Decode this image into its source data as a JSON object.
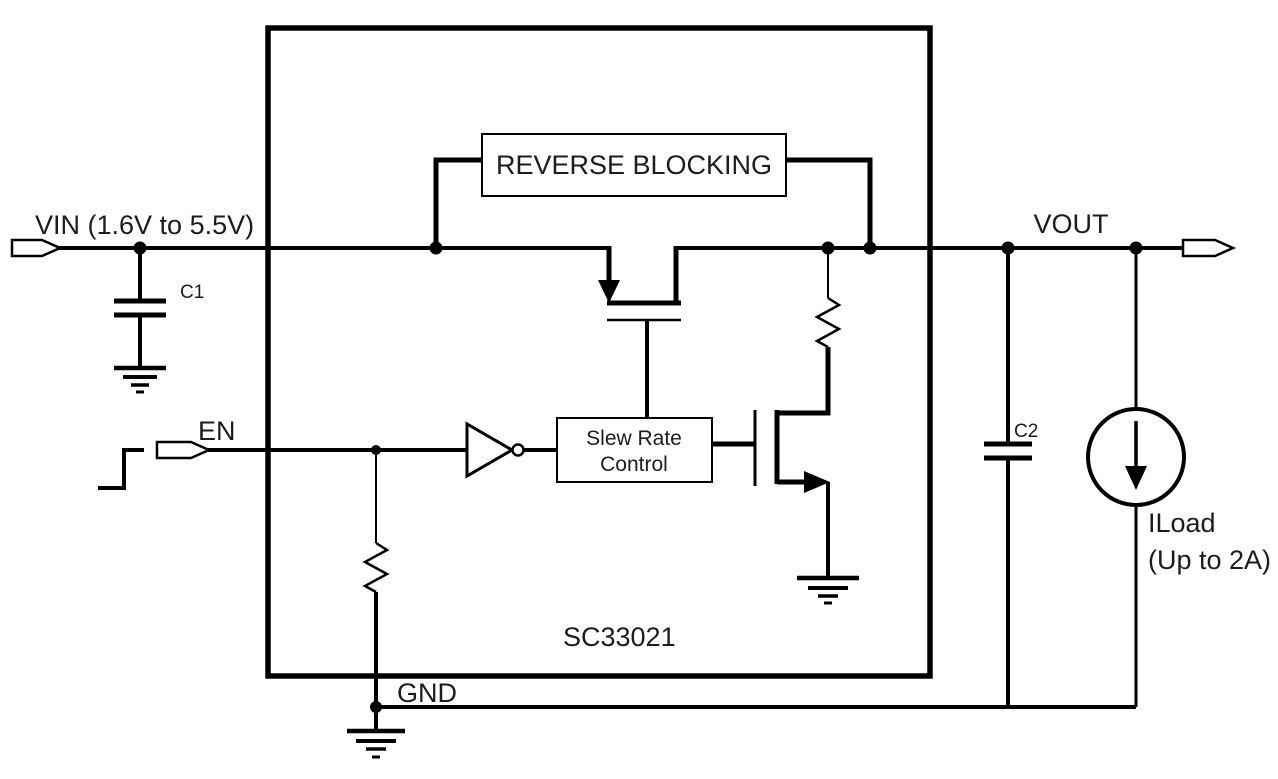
{
  "diagram": {
    "type": "schematic",
    "part_number": "SC33021",
    "labels": {
      "vin": "VIN (1.6V to 5.5V)",
      "en": "EN",
      "vout": "VOUT",
      "gnd": "GND",
      "c1": "C1",
      "c2": "C2",
      "reverse_blocking": "REVERSE BLOCKING",
      "slew_rate_line1": "Slew Rate",
      "slew_rate_line2": "Control",
      "iload_name": "ILoad",
      "iload_rating": "(Up to 2A)"
    },
    "colors": {
      "line": "#000000",
      "background": "#ffffff",
      "text": "#1c1c1c"
    }
  }
}
